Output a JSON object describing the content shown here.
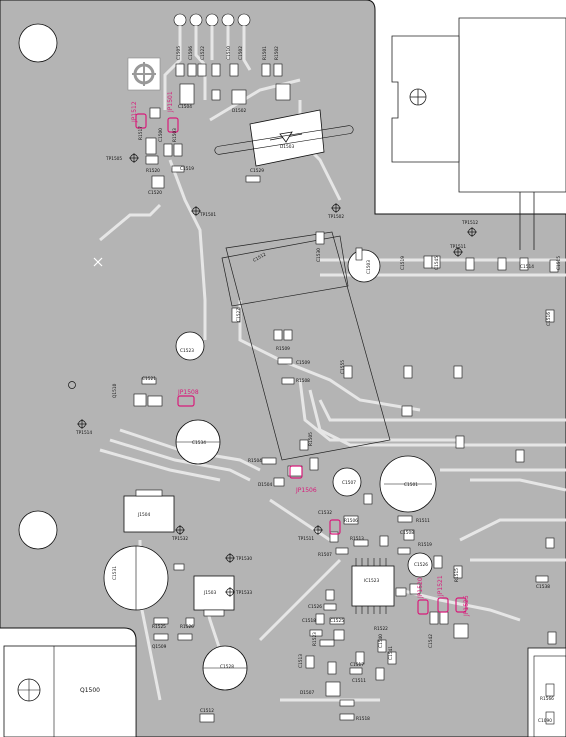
{
  "colors": {
    "board": "#b4b4b4",
    "trace": "#e6e6e6",
    "pad": "#ffffff",
    "outline": "#111111",
    "highlight": "#d81b7a"
  },
  "labels": {
    "c1505": "C1505",
    "c1506": "C1506",
    "c1522": "C1522",
    "c1510": "C1510",
    "c1502": "C1502",
    "c1504": "C1504",
    "r1501": "R1501",
    "r1502": "R1502",
    "jp1512": "JP1512",
    "jp1501": "JP1501",
    "tp1505": "TP1505",
    "r1517": "R1517",
    "c1500": "C1500",
    "r1503": "R1503",
    "r1520": "R1520",
    "c1519": "C1519",
    "c1520": "C1520",
    "d1502": "D1502",
    "d1503": "D1503",
    "c1504b": "C1504",
    "c1529": "C1529",
    "tp1501": "TP1501",
    "tp1502": "TP1502",
    "c1512": "C1512",
    "c1530": "C1530",
    "c1503": "C1503",
    "tp1512": "TP1512",
    "tp1511": "TP1511",
    "c1514": "C1514",
    "c1519b": "C1519",
    "c1545": "C1545",
    "c1515": "C1515",
    "c1516": "C1516",
    "c1527": "C1527",
    "c1523": "C1523",
    "r1509": "R1509",
    "jp1508": "JP1508",
    "r1508": "R1508",
    "c1521": "C1521",
    "tp1514": "TP1514",
    "q1510": "Q1510",
    "c1534": "C1534",
    "c1501b": "C1501",
    "c1555": "C1555",
    "d1504": "D1504",
    "r1504": "R1504",
    "r1505": "R1505",
    "c1509": "C1509",
    "jp1506": "JP1506",
    "c1507": "C1507",
    "j1504": "J1504",
    "tp1532": "TP1532",
    "c1532": "C1532",
    "r1506": "R1506",
    "r1511": "R1511",
    "tp1511b": "TP1511",
    "c1508": "C1508",
    "r1513": "R1513",
    "r1519": "R1519",
    "r1507": "R1507",
    "c1531": "C1531",
    "tp1530": "TP1530",
    "tp1533": "TP1533",
    "j1503": "J1503",
    "c1526": "C1526",
    "r1525": "R1525",
    "r1526": "R1526",
    "c1528": "C1528",
    "q1509": "Q1509",
    "ic1523": "IC1523",
    "c1526b": "C1526",
    "c1525": "C1525",
    "r1522": "R1522",
    "c1518": "C1518",
    "r1523": "R1523",
    "c1513": "C1513",
    "c1517": "C1517",
    "c1511": "C1511",
    "r1518": "R1518",
    "d1507": "D1507",
    "c1512b": "C1512",
    "q1500": "Q1500",
    "r1566": "R1566",
    "c1090": "C1090",
    "c1540": "C1540",
    "c1541": "C1541",
    "jp1520": "JP1520",
    "jp1521": "JP1521",
    "jp1525": "JP1525",
    "r1515": "R1515",
    "c1538": "C1538",
    "c1542": "C1542"
  }
}
